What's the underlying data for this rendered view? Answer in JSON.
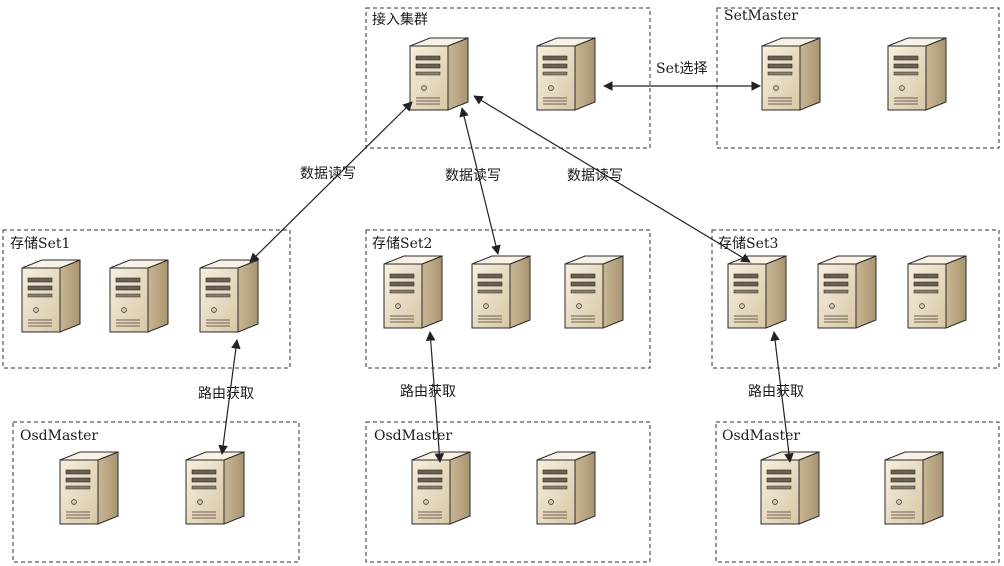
{
  "groups": [
    {
      "id": "access",
      "label": "接入集群"
    },
    {
      "id": "setmaster",
      "label": "SetMaster"
    },
    {
      "id": "set1",
      "label": "存储Set1"
    },
    {
      "id": "set2",
      "label": "存储Set2"
    },
    {
      "id": "set3",
      "label": "存储Set3"
    },
    {
      "id": "osd1",
      "label": "OsdMaster"
    },
    {
      "id": "osd2",
      "label": "OsdMaster"
    },
    {
      "id": "osd3",
      "label": "OsdMaster"
    }
  ],
  "edges": [
    {
      "id": "set-select",
      "label": "Set选择"
    },
    {
      "id": "rw-set1",
      "label": "数据读写"
    },
    {
      "id": "rw-set2",
      "label": "数据读写"
    },
    {
      "id": "rw-set3",
      "label": "数据读写"
    },
    {
      "id": "route-set1",
      "label": "路由获取"
    },
    {
      "id": "route-set2",
      "label": "路由获取"
    },
    {
      "id": "route-set3",
      "label": "路由获取"
    }
  ],
  "colors": {
    "server_front": "#efe4cf",
    "server_side": "#bfae8e",
    "server_top": "#f8f2e6",
    "outline": "#2b2b2b",
    "group_border": "#333333"
  },
  "icon": "server-tower-icon"
}
